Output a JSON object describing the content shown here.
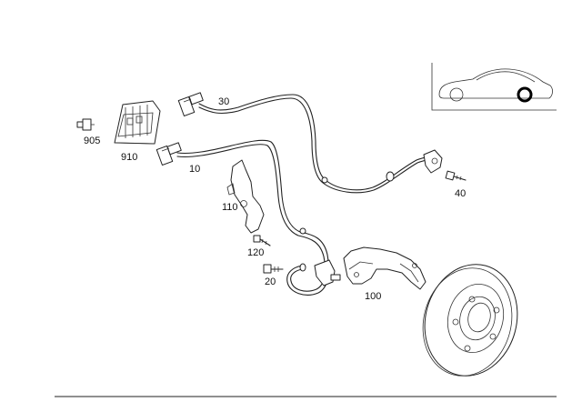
{
  "diagram": {
    "callouts": {
      "p905": "905",
      "p910": "910",
      "p30": "30",
      "p10": "10",
      "p40": "40",
      "p110": "110",
      "p120": "120",
      "p20": "20",
      "p100": "100"
    },
    "locator_icon": "car-side-wheel-highlight-icon"
  }
}
